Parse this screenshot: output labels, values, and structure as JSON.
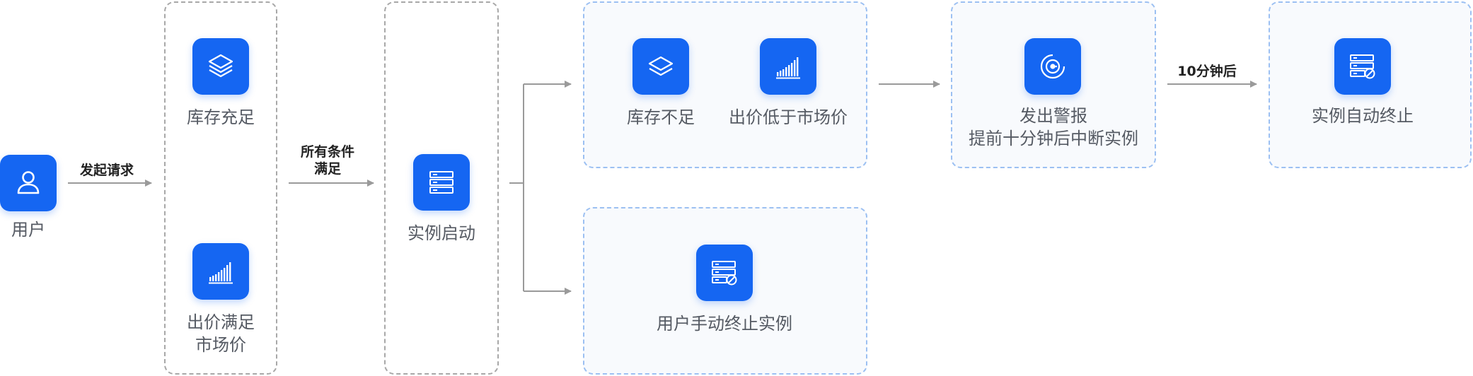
{
  "nodes": {
    "user": "用户",
    "stock_sufficient": "库存充足",
    "bid_meets_line1": "出价满足",
    "bid_meets_line2": "市场价",
    "instance_start": "实例启动",
    "stock_insufficient": "库存不足",
    "bid_below_market": "出价低于市场价",
    "alert_line1": "发出警报",
    "alert_line2": "提前十分钟后中断实例",
    "auto_terminate": "实例自动终止",
    "manual_terminate": "用户手动终止实例"
  },
  "edges": {
    "send_request": "发起请求",
    "all_conditions_line1": "所有条件",
    "all_conditions_line2": "满足",
    "after_10min": "10分钟后"
  },
  "colors": {
    "icon_bg": "#1566f2",
    "arrow": "#9a9a9a",
    "gray_dash": "#a8a8a8",
    "blue_dash": "#9cc0f2"
  },
  "icons": [
    "user-icon",
    "layers-icon",
    "bar-chart-icon",
    "server-icon",
    "alert-target-icon",
    "server-ban-icon"
  ]
}
